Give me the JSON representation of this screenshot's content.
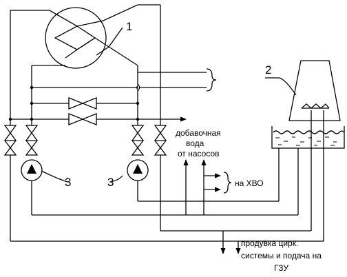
{
  "labels": {
    "callout_1": "1",
    "callout_2": "2",
    "callout_3_left": "3",
    "callout_3_right": "3",
    "makeup_water_line1": "добавочная",
    "makeup_water_line2": "вода",
    "makeup_water_line3": "от насосов",
    "to_hvo": "на ХВО",
    "blowdown_line1": "продувка цирк.",
    "blowdown_line2": "системы и подача на",
    "blowdown_line3": "ГЗУ"
  }
}
